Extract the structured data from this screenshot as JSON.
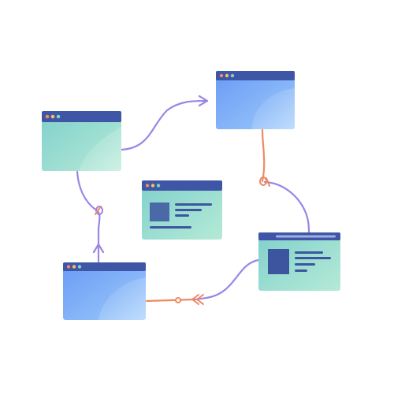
{
  "colors": {
    "titlebar": "#3f55a6",
    "dot_red": "#ee8a6a",
    "dot_yellow": "#f4c15a",
    "dot_teal": "#7fd3c6",
    "teal_light": "#a7e3d4",
    "teal_mid": "#7fcfcf",
    "blue_light": "#8fc0fb",
    "blue_mid": "#6b9cf5",
    "connector_purple": "#9b86e6",
    "connector_orange": "#ee8a62",
    "placeholder_block": "#3d559f"
  },
  "windows": [
    {
      "id": "left",
      "style": "teal",
      "content": "empty",
      "dots": true
    },
    {
      "id": "top-right",
      "style": "blue",
      "content": "empty",
      "dots": true
    },
    {
      "id": "center",
      "style": "teal",
      "content": "media-card",
      "dots": true
    },
    {
      "id": "right",
      "style": "teal",
      "content": "media-card",
      "dots": false
    },
    {
      "id": "bottom-left",
      "style": "blue",
      "content": "empty",
      "dots": true
    }
  ],
  "connectors": [
    {
      "from": "left",
      "to": "top-right",
      "color": "purple",
      "end": "arrow"
    },
    {
      "from": "top-right",
      "to": "right",
      "color": "orange-purple",
      "end": "knot"
    },
    {
      "from": "right",
      "to": "bottom-left",
      "color": "purple-orange",
      "end": "arrow"
    },
    {
      "from": "bottom-left",
      "to": "left",
      "color": "purple",
      "end": "arrow-knot"
    }
  ]
}
